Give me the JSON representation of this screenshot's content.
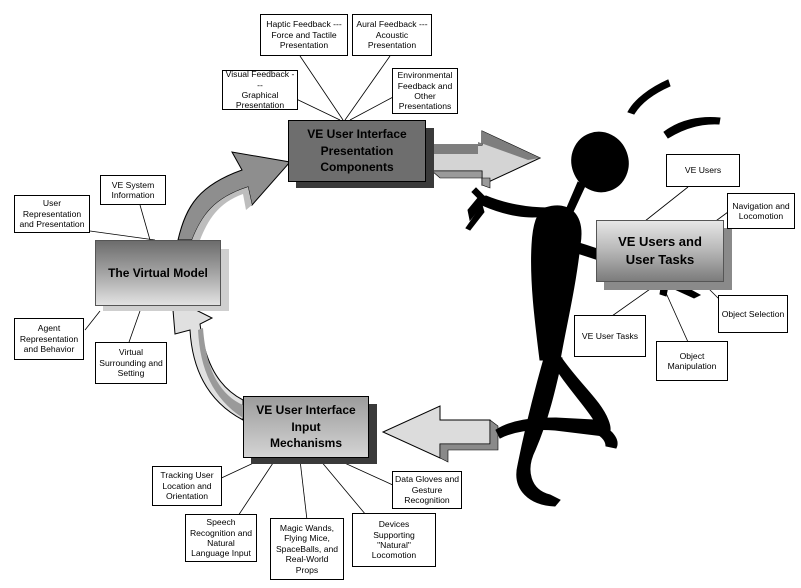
{
  "diagram": {
    "main_blocks": {
      "presentation": "VE User Interface\nPresentation\nComponents",
      "virtual_model": "The Virtual Model",
      "users": "VE Users and\nUser Tasks",
      "input": "VE User Interface\nInput\nMechanisms"
    },
    "notes": {
      "haptic": "Haptic Feedback ---\nForce and Tactile\nPresentation",
      "aural": "Aural Feedback ---\nAcoustic\nPresentation",
      "visual": "Visual Feedback ---\nGraphical\nPresentation",
      "environmental": "Environmental\nFeedback and\nOther\nPresentations",
      "ve_system_info": "VE System\nInformation",
      "user_representation": "User\nRepresentation\nand Presentation",
      "agent": "Agent\nRepresentation\nand Behavior",
      "virtual_surrounding": "Virtual\nSurrounding and\nSetting",
      "ve_users": "VE Users",
      "navigation": "Navigation and\nLocomotion",
      "ve_user_tasks": "VE User Tasks",
      "object_selection": "Object Selection",
      "object_manipulation": "Object\nManipulation",
      "tracking": "Tracking User\nLocation and\nOrientation",
      "speech": "Speech\nRecognition and\nNatural\nLanguage Input",
      "magic_wands": "Magic Wands,\nFlying Mice,\nSpaceBalls, and\nReal-World\nProps",
      "devices": "Devices\nSupporting\n\"Natural\"\nLocomotion",
      "data_gloves": "Data Gloves and\nGesture\nRecognition"
    },
    "colors": {
      "block_dark": "#6e6e6e",
      "block_light": "#c8c8c8",
      "arrow_dark": "#8c8c8c",
      "arrow_light": "#d0d0d0",
      "figure": "#000000"
    }
  }
}
